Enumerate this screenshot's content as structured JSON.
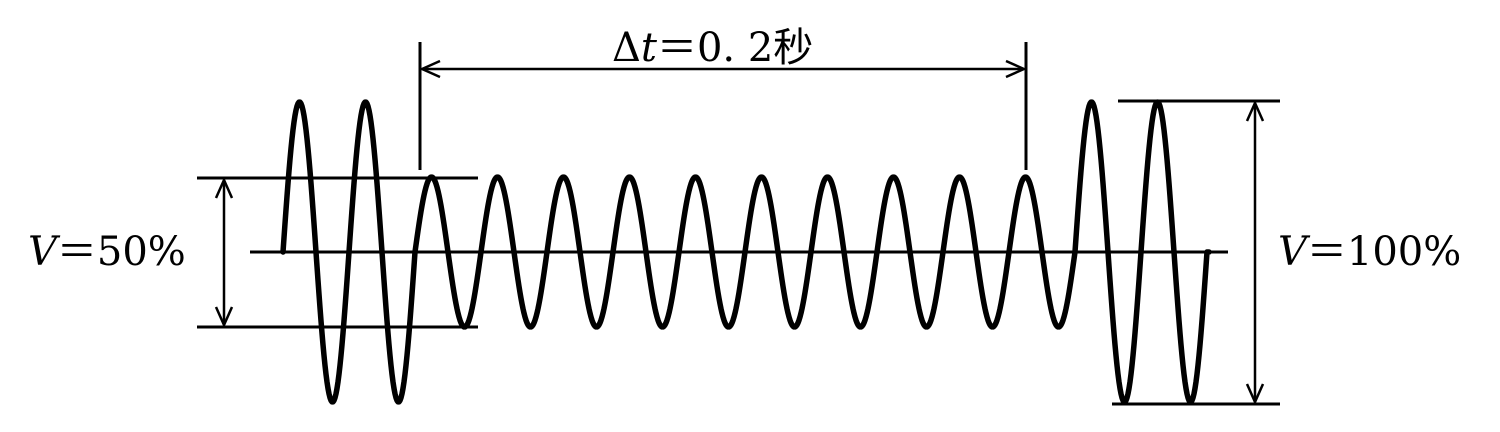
{
  "diagram": {
    "delta_t_label": {
      "symbol": "Δ",
      "variable": "t",
      "equals": "＝",
      "value": "0. 2秒"
    },
    "left_amplitude_label": {
      "variable": "V",
      "equals": "＝",
      "value": "50%"
    },
    "right_amplitude_label": {
      "variable": "V",
      "equals": "＝",
      "value": "100%"
    },
    "colors": {
      "ink": "#000000",
      "background": "#ffffff"
    },
    "waveform": {
      "relative_amplitudes": [
        1.0,
        0.5,
        1.0
      ],
      "cycles_per_segment": [
        2,
        10,
        2
      ]
    }
  }
}
